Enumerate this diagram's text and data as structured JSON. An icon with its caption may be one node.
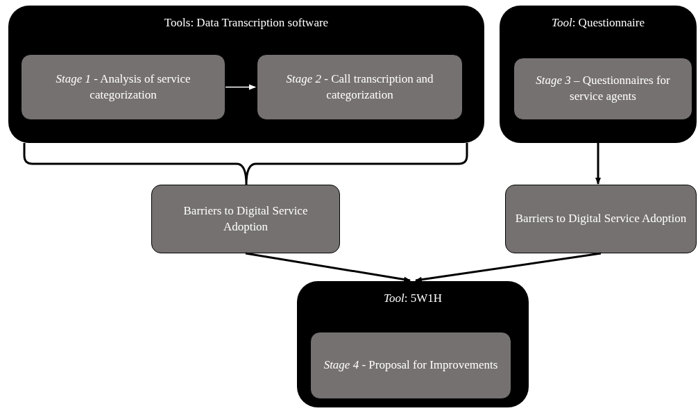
{
  "diagram": {
    "nodes": [
      {
        "text": [
          "Tools: Data Transcription software"
        ]
      },
      {
        "text": [
          "*Stage 1* - Analysis of service categorization"
        ],
        "in": 0
      },
      {
        "text": [
          "*Stage 2* - Call transcription and categorization"
        ],
        "in": 0
      },
      {
        "text": [
          "*Tool*: Questionnaire"
        ]
      },
      {
        "text": [
          "*Stage 3* – Questionnaires for service agents"
        ],
        "in": 3
      },
      {
        "text": [
          "Barriers to Digital Service Adoption"
        ]
      },
      {
        "text": [
          "Barriers to Digital Service Adoption"
        ]
      },
      {
        "text": [
          "*Tool*: 5W1H"
        ]
      },
      {
        "text": [
          "*Stage 4* - Proposal for Improvements"
        ],
        "in": 7
      }
    ],
    "edges": [
      {
        "from": 1,
        "to": 2,
        "arrow": "to",
        "color": "#ffffff"
      },
      {
        "from": 0,
        "to": 5,
        "arrow": "none"
      },
      {
        "from": 3,
        "to": 6,
        "arrow": "to"
      },
      {
        "from": 5,
        "to": 7,
        "arrow": "to"
      },
      {
        "from": 6,
        "to": 7,
        "arrow": "to"
      }
    ]
  }
}
